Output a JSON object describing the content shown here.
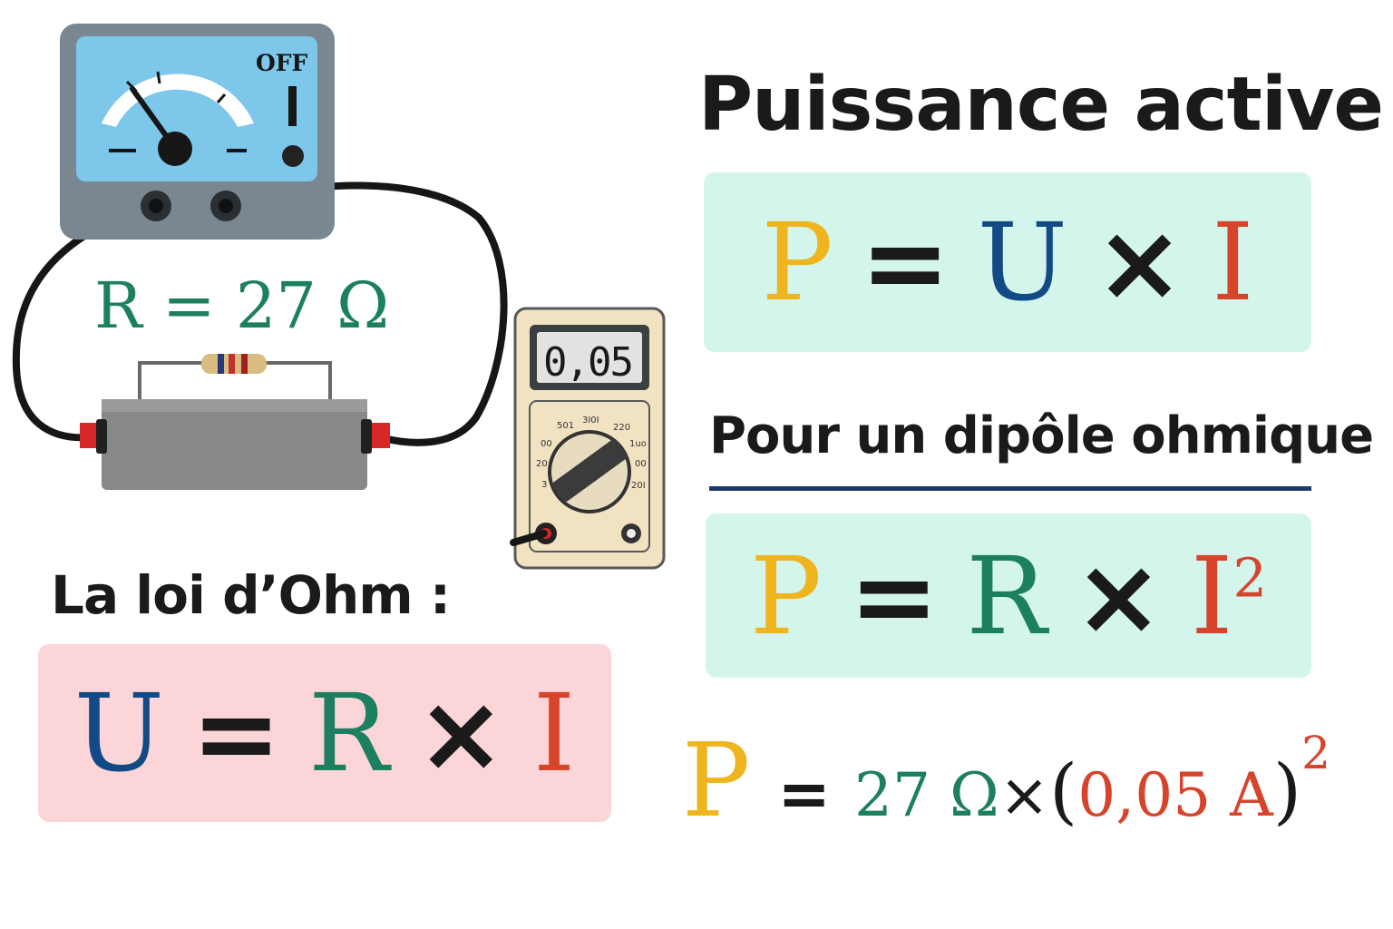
{
  "title": "Puissance active",
  "formula1": {
    "p": "P",
    "eq": "=",
    "u": "U",
    "times": "×",
    "i": "I"
  },
  "subtitle": "Pour un dipôle ohmique :",
  "formula2": {
    "p": "P",
    "eq": "=",
    "r": "R",
    "times": "×",
    "i": "I",
    "exp": "2"
  },
  "calc": {
    "p": "P",
    "eq": "=",
    "r_value": "27 Ω",
    "times": "×",
    "open": "(",
    "i_value": "0,05 A",
    "close": ")",
    "exp": "2"
  },
  "ohm_title": "La loi d’Ohm :",
  "formula3": {
    "u": "U",
    "eq": "=",
    "r": "R",
    "times": "×",
    "i": "I"
  },
  "resistor_label": "R = 27 Ω",
  "meter": {
    "off_label": "OFF",
    "on_label": "I"
  },
  "multimeter": {
    "display": "0,05",
    "dial_labels": [
      "501",
      "3I0I",
      "220",
      "00",
      "1uo",
      "20",
      "00",
      "3",
      "20I"
    ]
  },
  "colors": {
    "power": "#efb51f",
    "voltage": "#124a86",
    "current": "#d5442b",
    "resistance": "#1c8060",
    "formula_box": "#d4f5ec",
    "ohm_box": "#fcd5d8"
  }
}
